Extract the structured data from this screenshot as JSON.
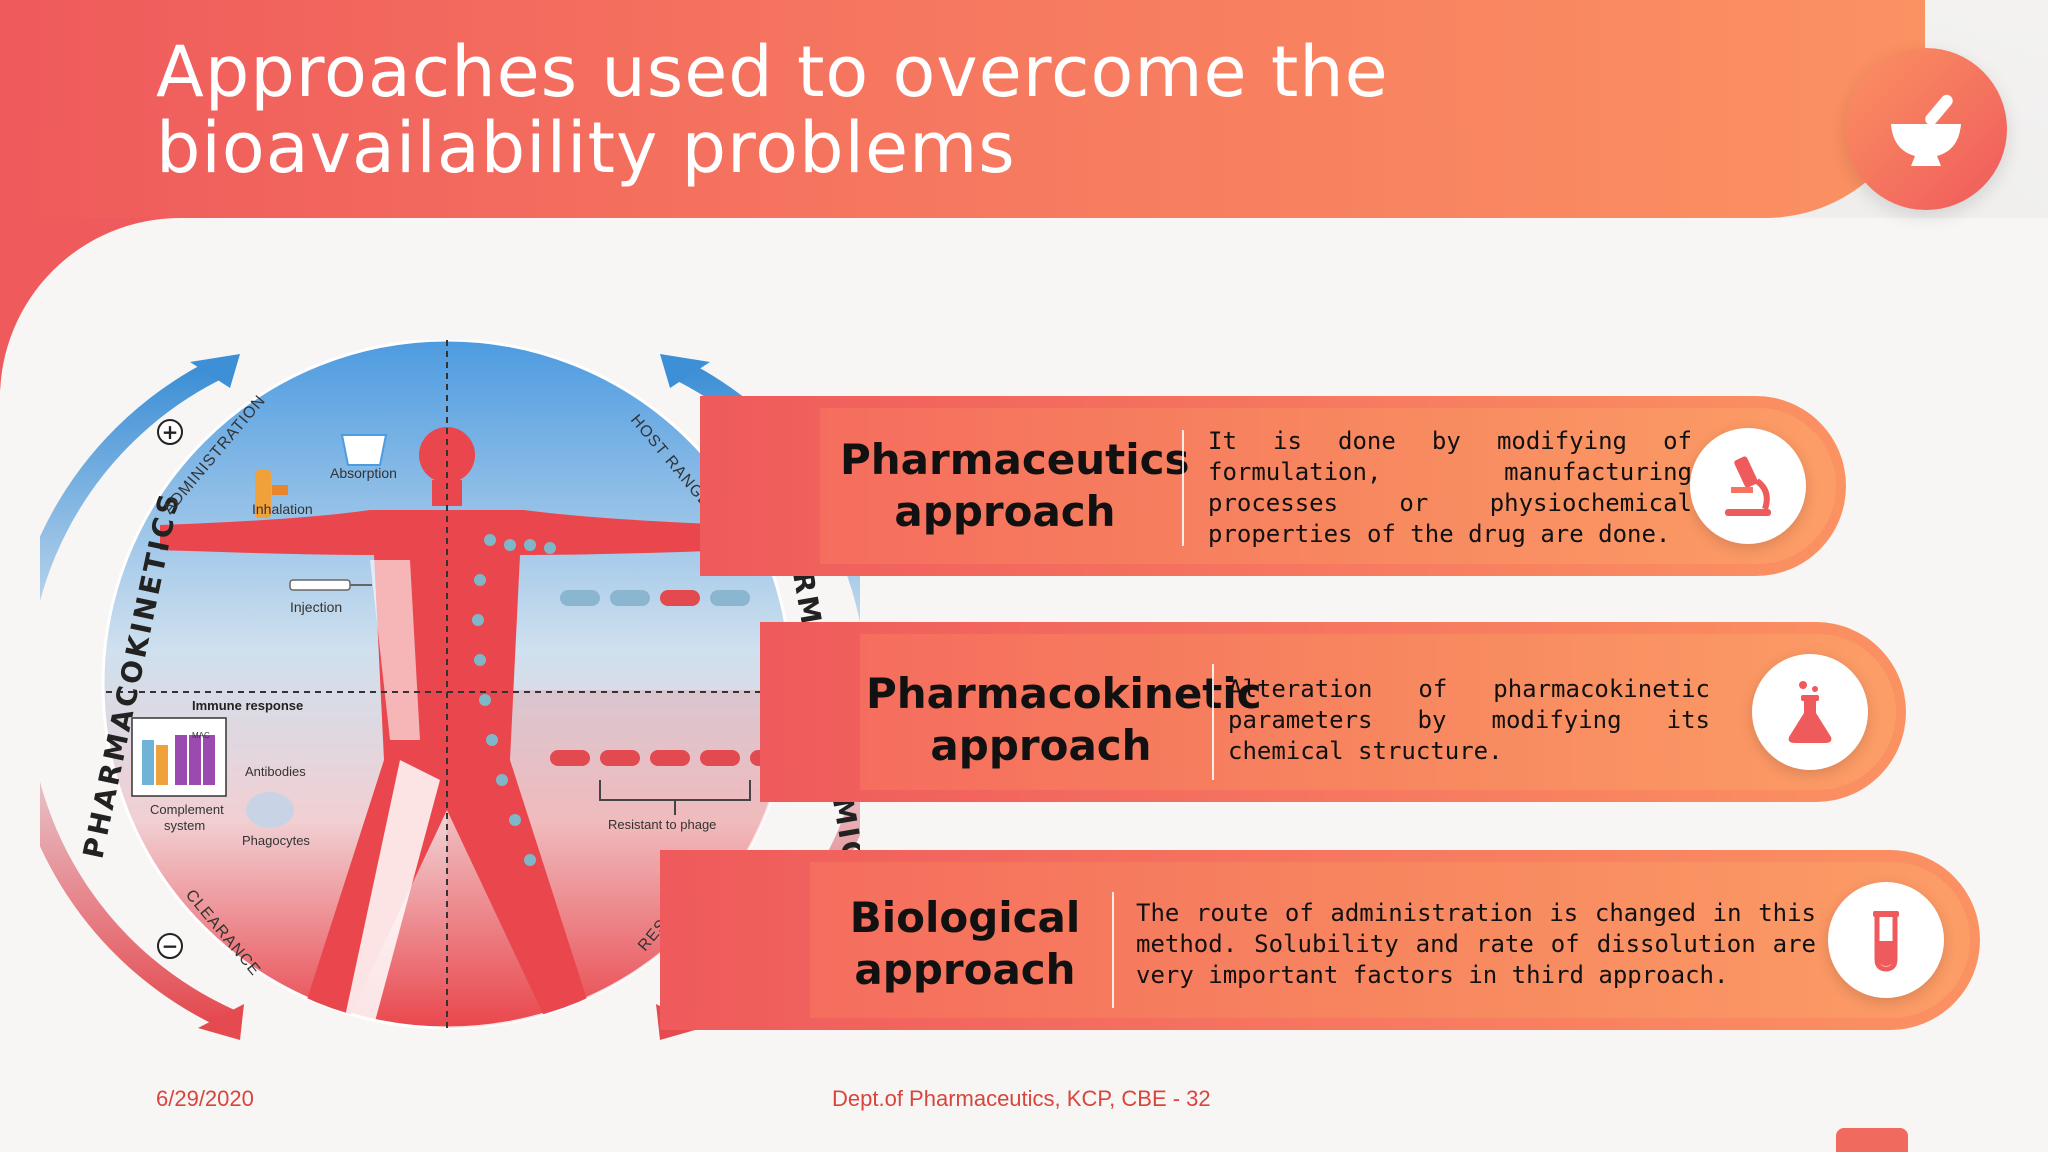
{
  "title": "Approaches used to overcome the bioavailability problems",
  "title_badge_icon": "mortar-pestle-icon",
  "diagram": {
    "left_arc_label": "PHARMACOKINETICS",
    "right_arc_label": "PHARMACODYNAMICS",
    "top_left_label": "ADMINISTRATION",
    "top_right_label": "HOST RANGE",
    "bottom_left_label": "CLEARANCE",
    "bottom_right_label": "RESISTANCE",
    "plus_sign": "+",
    "minus_sign": "−",
    "inhalation": "Inhalation",
    "absorption": "Absorption",
    "injection": "Injection",
    "immune_response": "Immune response",
    "mac": "MAC",
    "antibodies": "Antibodies",
    "complement_system_1": "Complement",
    "complement_system_2": "system",
    "phagocytes": "Phagocytes",
    "resistant_to_phage": "Resistant to phage"
  },
  "rows": [
    {
      "label_line1": "Pharmaceutics",
      "label_line2": "approach",
      "description": "It is done by modifying of formulation, manufacturing processes or physiochemical properties of the drug are done.",
      "icon": "microscope-icon"
    },
    {
      "label_line1": "Pharmacokinetic",
      "label_line2": "approach",
      "description": "Alteration of pharmacokinetic parameters by modifying its chemical structure.",
      "icon": "flask-icon"
    },
    {
      "label_line1": "Biological",
      "label_line2": "approach",
      "description": "The route of administration is changed in this method. Solubility and rate of dissolution are very important factors in third approach.",
      "icon": "test-tube-icon"
    }
  ],
  "footer": {
    "date": "6/29/2020",
    "center": "Dept.of Pharmaceutics, KCP, CBE - 32"
  },
  "colors": {
    "accent_red": "#ef5a5c",
    "accent_orange": "#fb9262",
    "footer_text": "#d8453d"
  }
}
